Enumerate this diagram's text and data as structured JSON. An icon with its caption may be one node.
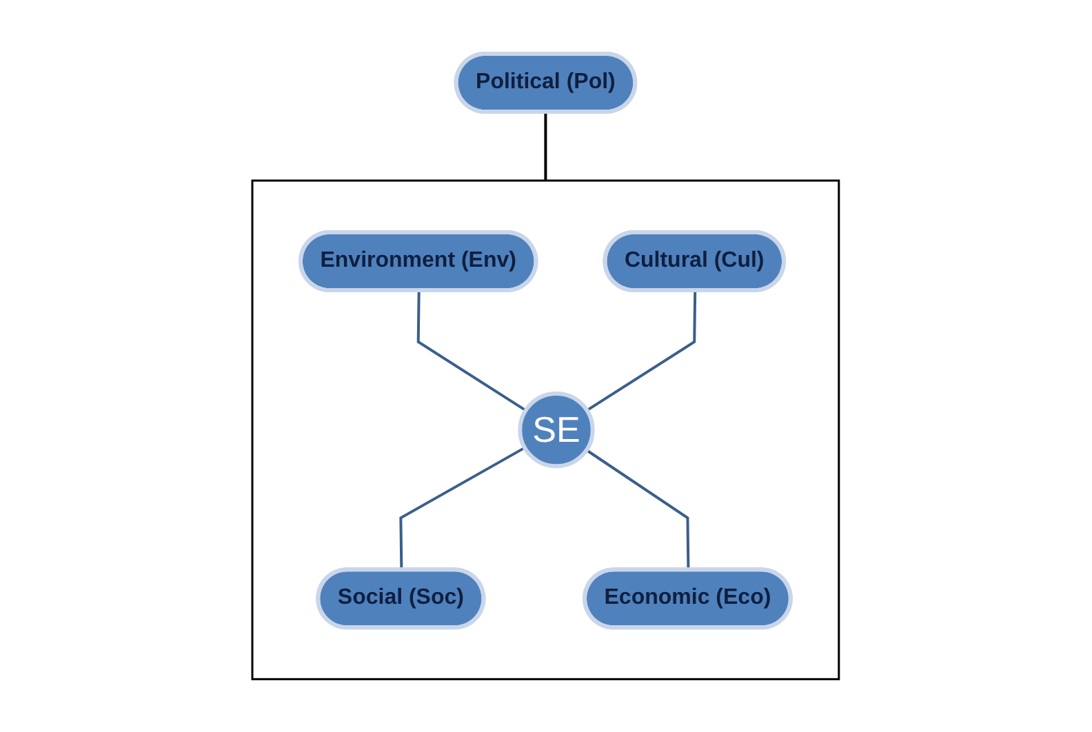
{
  "diagram": {
    "nodes": [
      {
        "text": [
          "Political (Pol)"
        ]
      },
      {
        "text": [],
        "shape": "box"
      },
      {
        "text": [
          "Environment (Env)"
        ],
        "in": 1
      },
      {
        "text": [
          "Social (Soc)"
        ],
        "in": 1
      },
      {
        "text": [
          "Cultural (Cul)"
        ],
        "in": 1
      },
      {
        "text": [
          "SE"
        ],
        "in": 1
      },
      {
        "text": [
          "Economic (Eco)"
        ],
        "in": 1
      }
    ],
    "edges": [
      {
        "from": 2,
        "to": 5,
        "arrow": "none"
      },
      {
        "from": 5,
        "to": 3,
        "arrow": "none"
      },
      {
        "from": 4,
        "to": 5,
        "arrow": "none"
      },
      {
        "from": 5,
        "to": 6,
        "arrow": "none"
      },
      {
        "from": 0,
        "to": 1,
        "arrow": "none",
        "color": "#000000"
      }
    ]
  }
}
